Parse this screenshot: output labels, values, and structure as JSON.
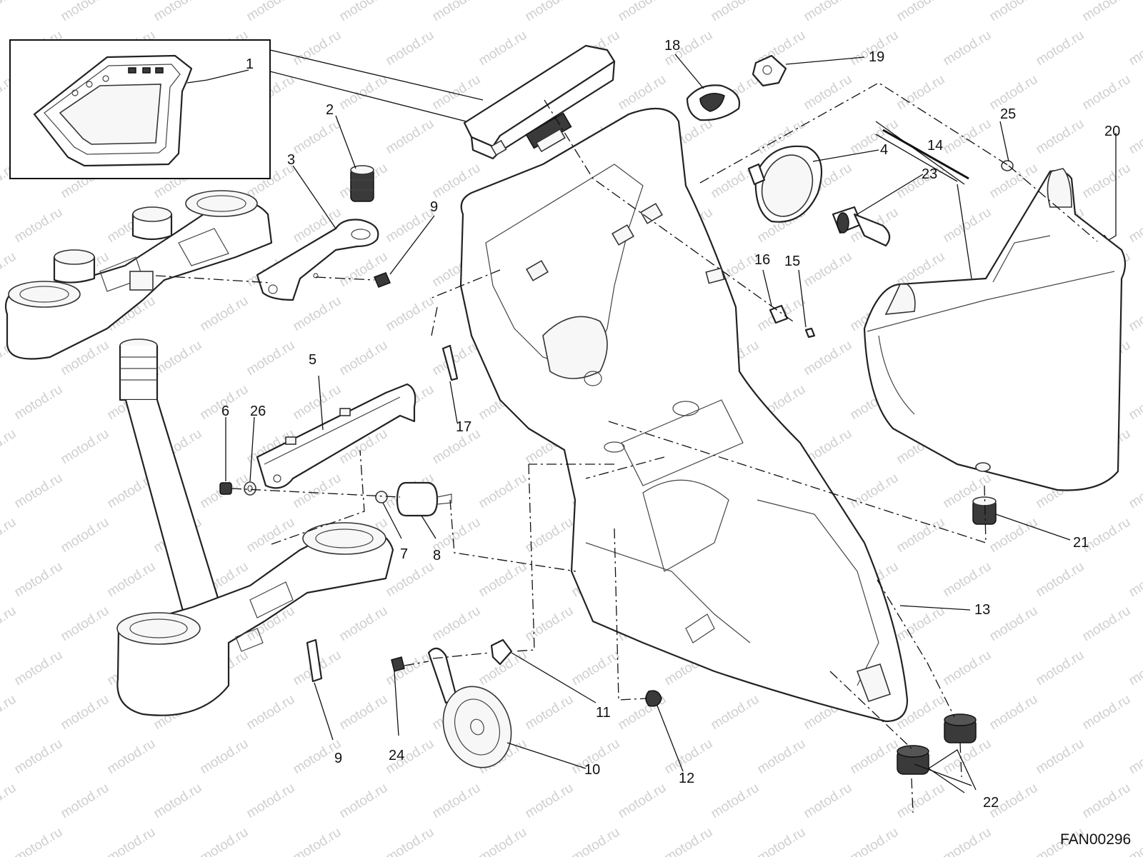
{
  "watermark": "motod.ru",
  "drawing_code": "FAN00296",
  "callouts": [
    {
      "id": "c1",
      "label": "1"
    },
    {
      "id": "c2",
      "label": "2"
    },
    {
      "id": "c3",
      "label": "3"
    },
    {
      "id": "c4",
      "label": "4"
    },
    {
      "id": "c5",
      "label": "5"
    },
    {
      "id": "c6",
      "label": "6"
    },
    {
      "id": "c7",
      "label": "7"
    },
    {
      "id": "c8",
      "label": "8"
    },
    {
      "id": "c9a",
      "label": "9"
    },
    {
      "id": "c9b",
      "label": "9"
    },
    {
      "id": "c10",
      "label": "10"
    },
    {
      "id": "c11",
      "label": "11"
    },
    {
      "id": "c12",
      "label": "12"
    },
    {
      "id": "c13",
      "label": "13"
    },
    {
      "id": "c14",
      "label": "14"
    },
    {
      "id": "c15",
      "label": "15"
    },
    {
      "id": "c16",
      "label": "16"
    },
    {
      "id": "c17",
      "label": "17"
    },
    {
      "id": "c18",
      "label": "18"
    },
    {
      "id": "c19",
      "label": "19"
    },
    {
      "id": "c20",
      "label": "20"
    },
    {
      "id": "c21",
      "label": "21"
    },
    {
      "id": "c22",
      "label": "22"
    },
    {
      "id": "c23",
      "label": "23"
    },
    {
      "id": "c24",
      "label": "24"
    },
    {
      "id": "c25",
      "label": "25"
    },
    {
      "id": "c26",
      "label": "26"
    }
  ],
  "colors": {
    "line": "#222222",
    "background": "#ffffff",
    "watermark": "#cfcfcf"
  }
}
